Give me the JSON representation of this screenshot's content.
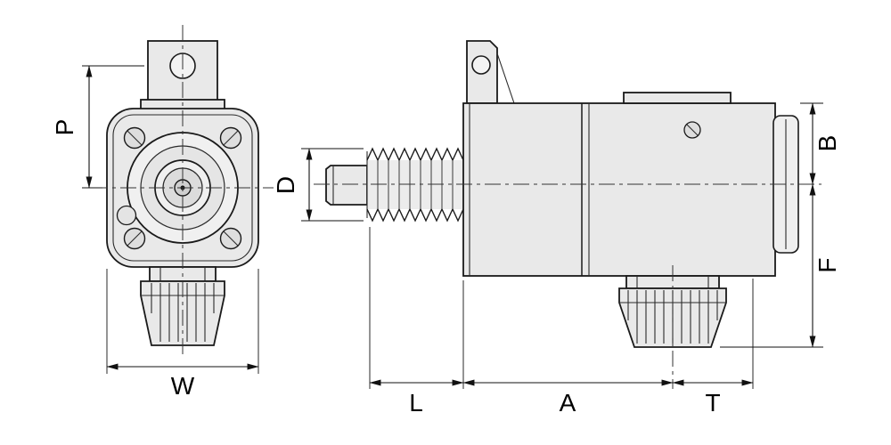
{
  "drawing": {
    "dimension_labels": {
      "p": "P",
      "w": "W",
      "d": "D",
      "l": "L",
      "a": "A",
      "t": "T",
      "b": "B",
      "f": "F"
    }
  }
}
